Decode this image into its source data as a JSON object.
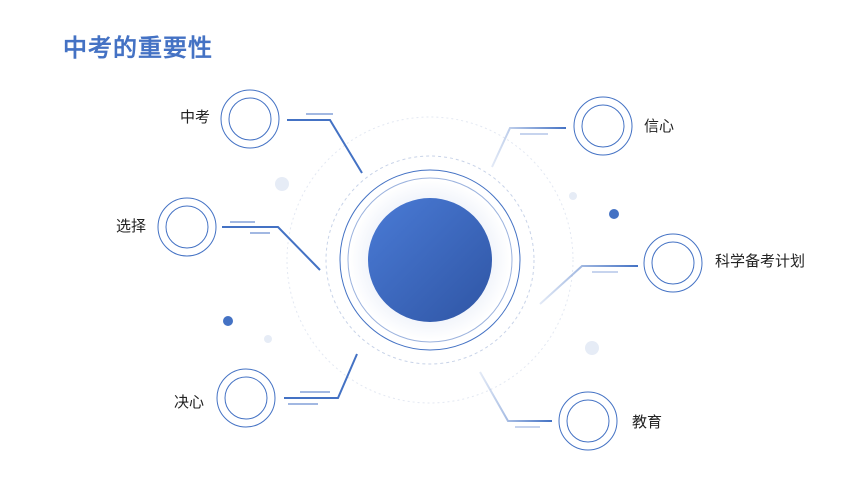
{
  "title": "中考的重要性",
  "colors": {
    "accent": "#4472c4",
    "accent_dark": "#2f55a4",
    "ring": "#7f9fd6",
    "light": "#e6ecf6"
  },
  "nodes": [
    {
      "label": "中考"
    },
    {
      "label": "选择"
    },
    {
      "label": "决心"
    },
    {
      "label": "信心"
    },
    {
      "label": "科学备考计划"
    },
    {
      "label": "教育"
    }
  ]
}
